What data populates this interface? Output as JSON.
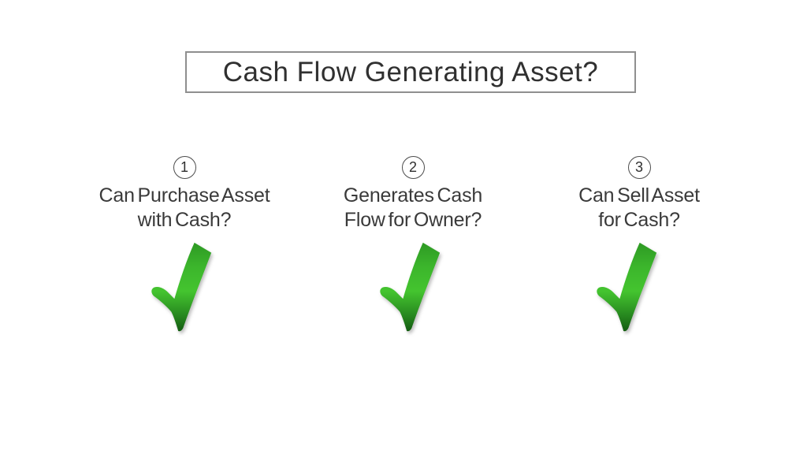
{
  "slide": {
    "title": "Cash Flow Generating Asset?",
    "background_color": "#ffffff"
  },
  "steps": [
    {
      "number": "1",
      "question_line1": "Can Purchase Asset",
      "question_line2": "with Cash?",
      "answer_icon": "green-checkmark"
    },
    {
      "number": "2",
      "question_line1": "Generates Cash",
      "question_line2": "Flow for Owner?",
      "answer_icon": "green-checkmark"
    },
    {
      "number": "3",
      "question_line1": "Can Sell Asset",
      "question_line2": "for Cash?",
      "answer_icon": "green-checkmark"
    }
  ],
  "colors": {
    "title_text": "#303030",
    "question_text": "#3a3a3a",
    "title_box_border": "#8f8f8f",
    "step_circle_border": "#4d4d4d",
    "checkmark_bright_green": "#44c42f",
    "checkmark_mid_green": "#3cb62c",
    "checkmark_dark_green": "#145c11"
  }
}
